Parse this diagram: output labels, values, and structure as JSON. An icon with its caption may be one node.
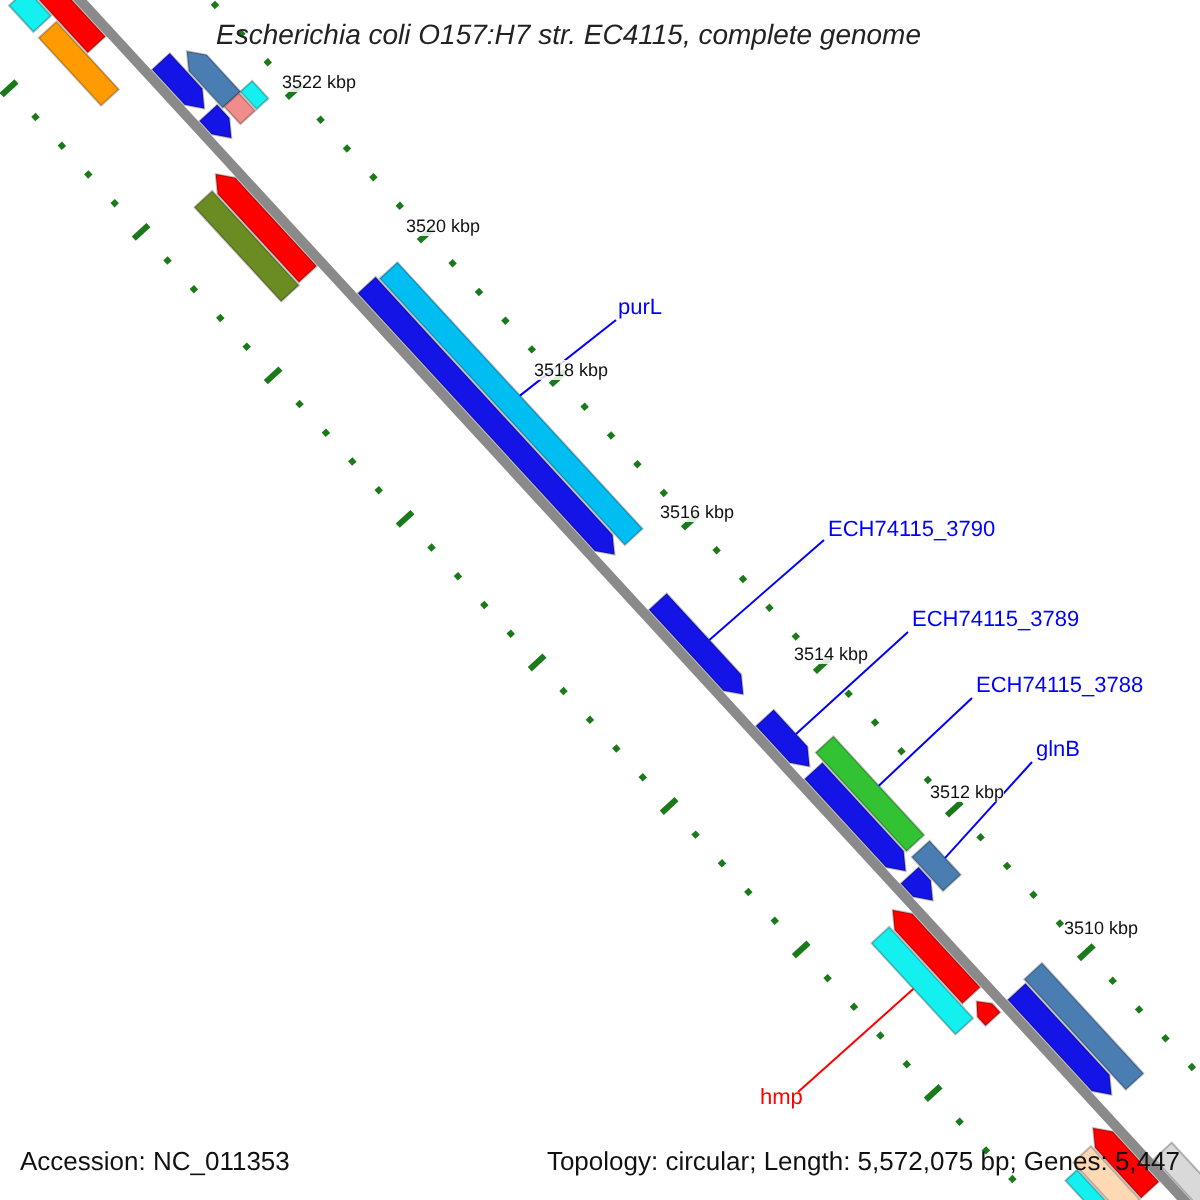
{
  "diagram": {
    "title": "Escherichia coli O157:H7 str. EC4115, complete genome",
    "nodes": [
      {
        "text": [
          "purL"
        ]
      },
      {
        "text": [
          "ECH74115_3790"
        ]
      },
      {
        "text": [
          "ECH74115_3789"
        ]
      },
      {
        "text": [
          "ECH74115_3788"
        ]
      },
      {
        "text": [
          "glnB"
        ]
      },
      {
        "text": [
          "hmp"
        ]
      },
      {
        "text": [],
        "shape": "bar"
      },
      {
        "text": [],
        "shape": "bar"
      },
      {
        "text": [],
        "shape": "bar"
      },
      {
        "text": [],
        "shape": "bar"
      },
      {
        "text": [],
        "shape": "bar"
      },
      {
        "text": [],
        "shape": "bar"
      },
      {
        "text": [],
        "shape": "bar"
      },
      {
        "text": [],
        "shape": "bar"
      },
      {
        "text": [],
        "shape": "bar"
      },
      {
        "text": [],
        "shape": "bar"
      },
      {
        "text": [],
        "shape": "bar"
      },
      {
        "text": [],
        "shape": "bar"
      },
      {
        "text": [],
        "shape": "bar"
      },
      {
        "text": [],
        "shape": "bar"
      },
      {
        "text": [],
        "shape": "bar"
      },
      {
        "text": [],
        "shape": "bar"
      },
      {
        "text": [],
        "shape": "bar"
      },
      {
        "text": [],
        "shape": "bar"
      },
      {
        "text": [],
        "shape": "bar"
      },
      {
        "text": [],
        "shape": "bar"
      },
      {
        "text": [],
        "shape": "bar"
      },
      {
        "text": [],
        "shape": "bar"
      },
      {
        "text": [],
        "shape": "bar"
      },
      {
        "text": [],
        "shape": "bar"
      },
      {
        "text": [],
        "shape": "bar"
      },
      {
        "text": [],
        "shape": "bar"
      },
      {
        "text": [],
        "shape": "bar"
      }
    ],
    "edges": [
      {
        "from": 0,
        "to": 17,
        "arrow": "none"
      },
      {
        "from": 1,
        "to": 18,
        "arrow": "none"
      },
      {
        "from": 2,
        "to": 19,
        "arrow": "none"
      },
      {
        "from": 3,
        "to": 20,
        "arrow": "none"
      },
      {
        "from": 4,
        "to": 22,
        "arrow": "none"
      },
      {
        "from": 5,
        "to": 25,
        "arrow": "none",
        "color": "#ff0000"
      }
    ],
    "labels": [
      "3522 kbp",
      "3520 kbp",
      "3518 kbp",
      "3516 kbp",
      "3514 kbp",
      "3512 kbp",
      "3510 kbp",
      "Accession: NC_011353",
      "Topology: circular; Length: 5,572,075 bp; Genes: 5,447"
    ]
  }
}
